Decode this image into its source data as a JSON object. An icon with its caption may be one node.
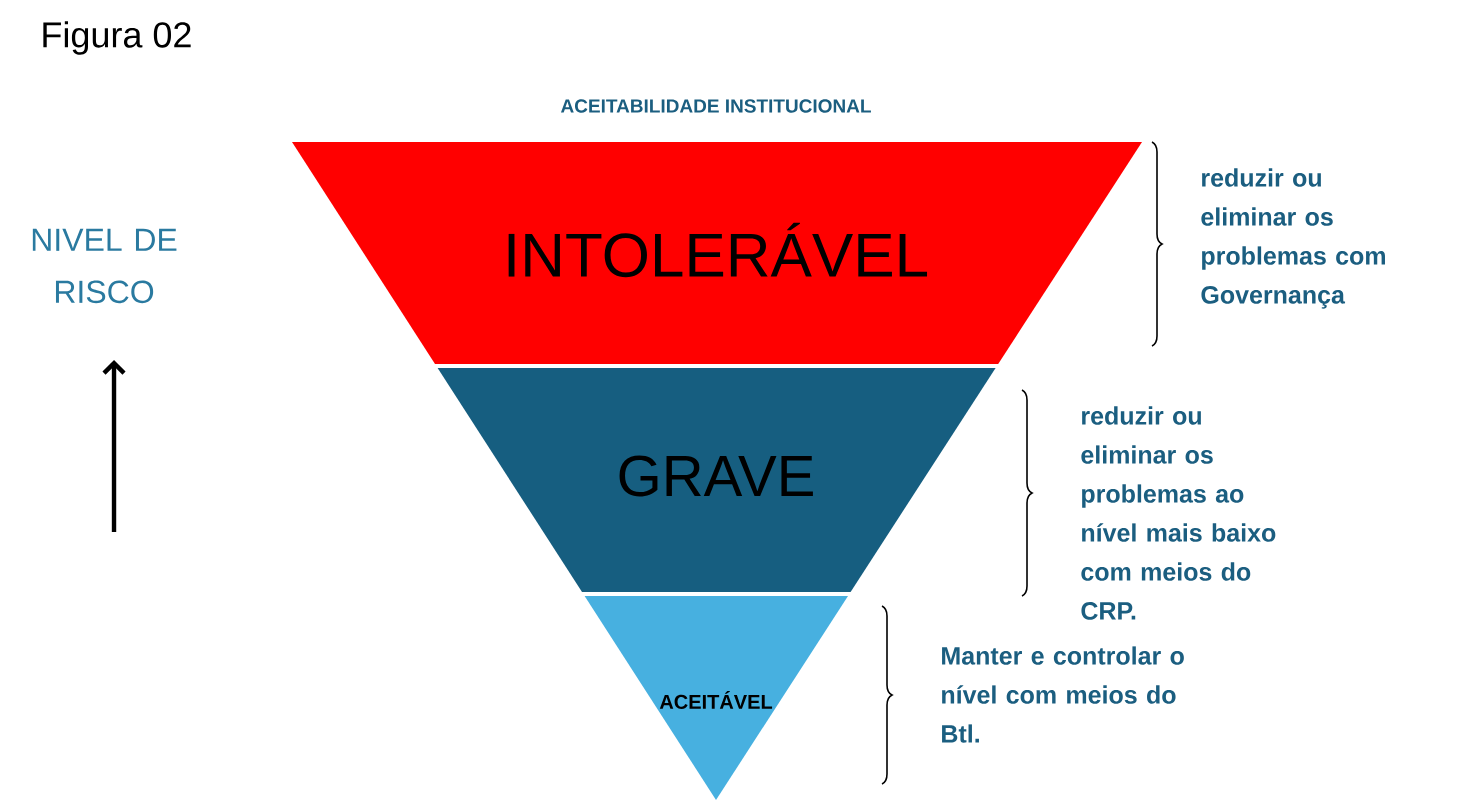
{
  "diagram": {
    "title": "Figura 02",
    "nodes": [
      {
        "text": [
          "INTOLERÁVEL"
        ]
      },
      {
        "text": [
          "GRAVE"
        ]
      },
      {
        "text": [
          "ACEITÁVEL"
        ]
      }
    ],
    "labels": [
      "ACEITABILIDADE INSTITUCIONAL",
      "NIVEL DE RISCO",
      "reduzir ou eliminar os problemas com Governança",
      "reduzir ou eliminar os problemas ao nível mais baixo com meios do CRP.",
      "Manter e controlar o nível com meios do Btl."
    ]
  }
}
